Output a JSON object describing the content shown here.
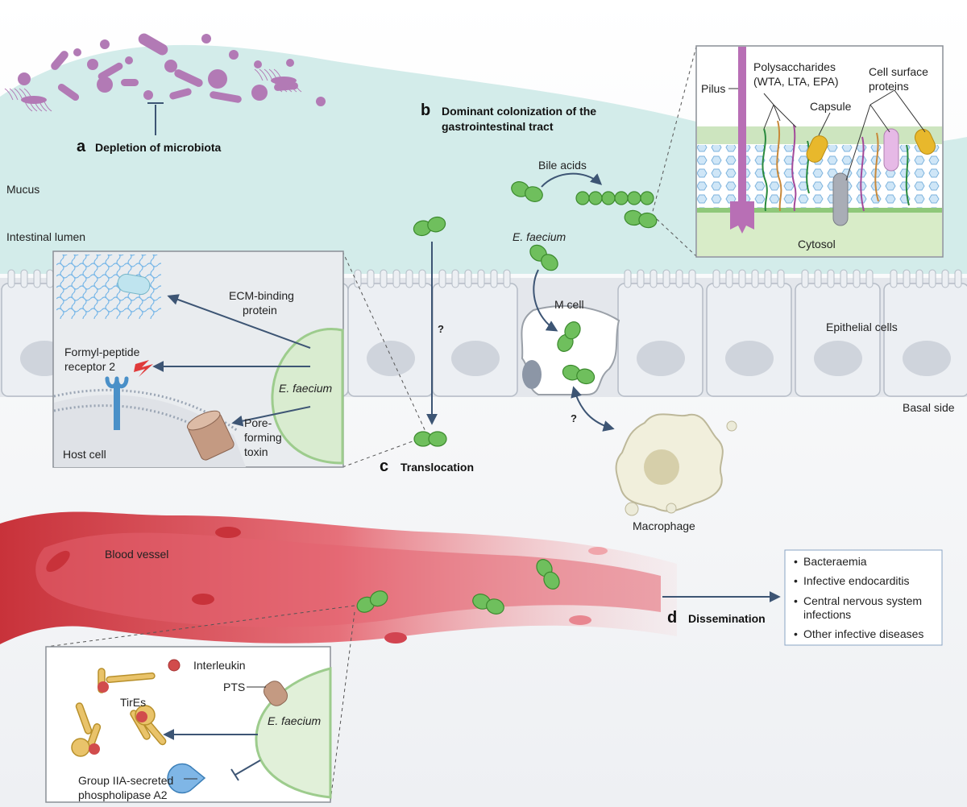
{
  "regions": {
    "mucus": "Mucus",
    "lumen": "Intestinal lumen",
    "epithelial": "Epithelial cells",
    "basal": "Basal side",
    "m_cell": "M cell",
    "macrophage": "Macrophage",
    "blood_vessel": "Blood vessel"
  },
  "panels": {
    "a": {
      "letter": "a",
      "title": "Depletion of microbiota"
    },
    "b": {
      "letter": "b",
      "title_line1": "Dominant colonization of the",
      "title_line2": "gastrointestinal tract",
      "bile_acids": "Bile acids",
      "organism": "E. faecium"
    },
    "c": {
      "letter": "c",
      "title": "Translocation",
      "unknown_mark": "?"
    },
    "d": {
      "letter": "d",
      "title": "Dissemination"
    }
  },
  "cell_wall_inset": {
    "pilus": "Pilus",
    "polysaccharides_line1": "Polysaccharides",
    "polysaccharides_line2": "(WTA, LTA, EPA)",
    "capsule": "Capsule",
    "surface_proteins_line1": "Cell surface",
    "surface_proteins_line2": "proteins",
    "cytosol": "Cytosol"
  },
  "host_cell_inset": {
    "ecm_line1": "ECM-binding",
    "ecm_line2": "protein",
    "fpr_line1": "Formyl-peptide",
    "fpr_line2": "receptor 2",
    "toxin_line1": "Pore-",
    "toxin_line2": "forming",
    "toxin_line3": "toxin",
    "organism": "E. faecium",
    "host_cell": "Host cell"
  },
  "immune_inset": {
    "interleukin": "Interleukin",
    "pts": "PTS",
    "tires": "TirEs",
    "organism": "E. faecium",
    "pla2_line1": "Group IIA-secreted",
    "pla2_line2": "phospholipase A2"
  },
  "dissemination_outcomes": [
    "Bacteraemia",
    "Infective endocarditis",
    "Central nervous system",
    "infections",
    "Other infective diseases"
  ],
  "colors": {
    "mucus": "#d3ecea",
    "bacteria": "#6fbf5d",
    "microbiota": "#b27ab5",
    "vessel": "#c8323a",
    "arrow": "#3d5574",
    "inset_bg": "#e9ecef"
  }
}
